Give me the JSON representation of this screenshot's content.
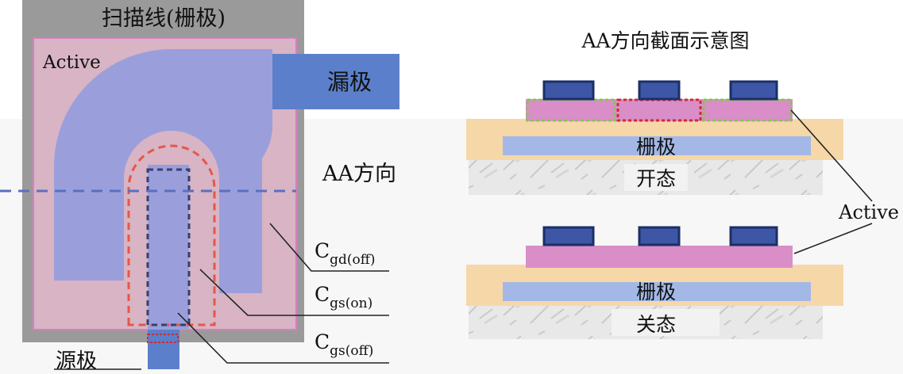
{
  "left_panel": {
    "gate_title": "扫描线(栅极)",
    "active_label": "Active",
    "drain_label": "漏极",
    "aa_direction_label": "AA方向",
    "source_label": "源极",
    "caps": [
      {
        "base": "C",
        "sub": "gd(off)"
      },
      {
        "base": "C",
        "sub": "gs(on)"
      },
      {
        "base": "C",
        "sub": "gs(off)"
      }
    ]
  },
  "right_panel": {
    "title": "AA方向截面示意图",
    "active_label": "Active",
    "on_state": {
      "gate_label": "栅极",
      "state_label": "开态"
    },
    "off_state": {
      "gate_label": "栅极",
      "state_label": "关态"
    }
  },
  "colors": {
    "gate_gray": "#9a9a9a",
    "active_pink": "#d8b4c4",
    "active_border": "#d77fc0",
    "channel_blue": "#9a9fdc",
    "drain_blue": "#5b7fca",
    "dash_red": "#e4574a",
    "dash_dark": "#3b3f6b",
    "aa_line": "#5b6fc0",
    "electrode_fill": "#3d56a6",
    "electrode_border": "#1c2f66",
    "semiconductor_pink": "#d98ec7",
    "gi_orange": "#f6d7a8",
    "gate_bar": "#a3b8e6",
    "green_dash": "#86c455",
    "red_dash": "#d32a34"
  }
}
